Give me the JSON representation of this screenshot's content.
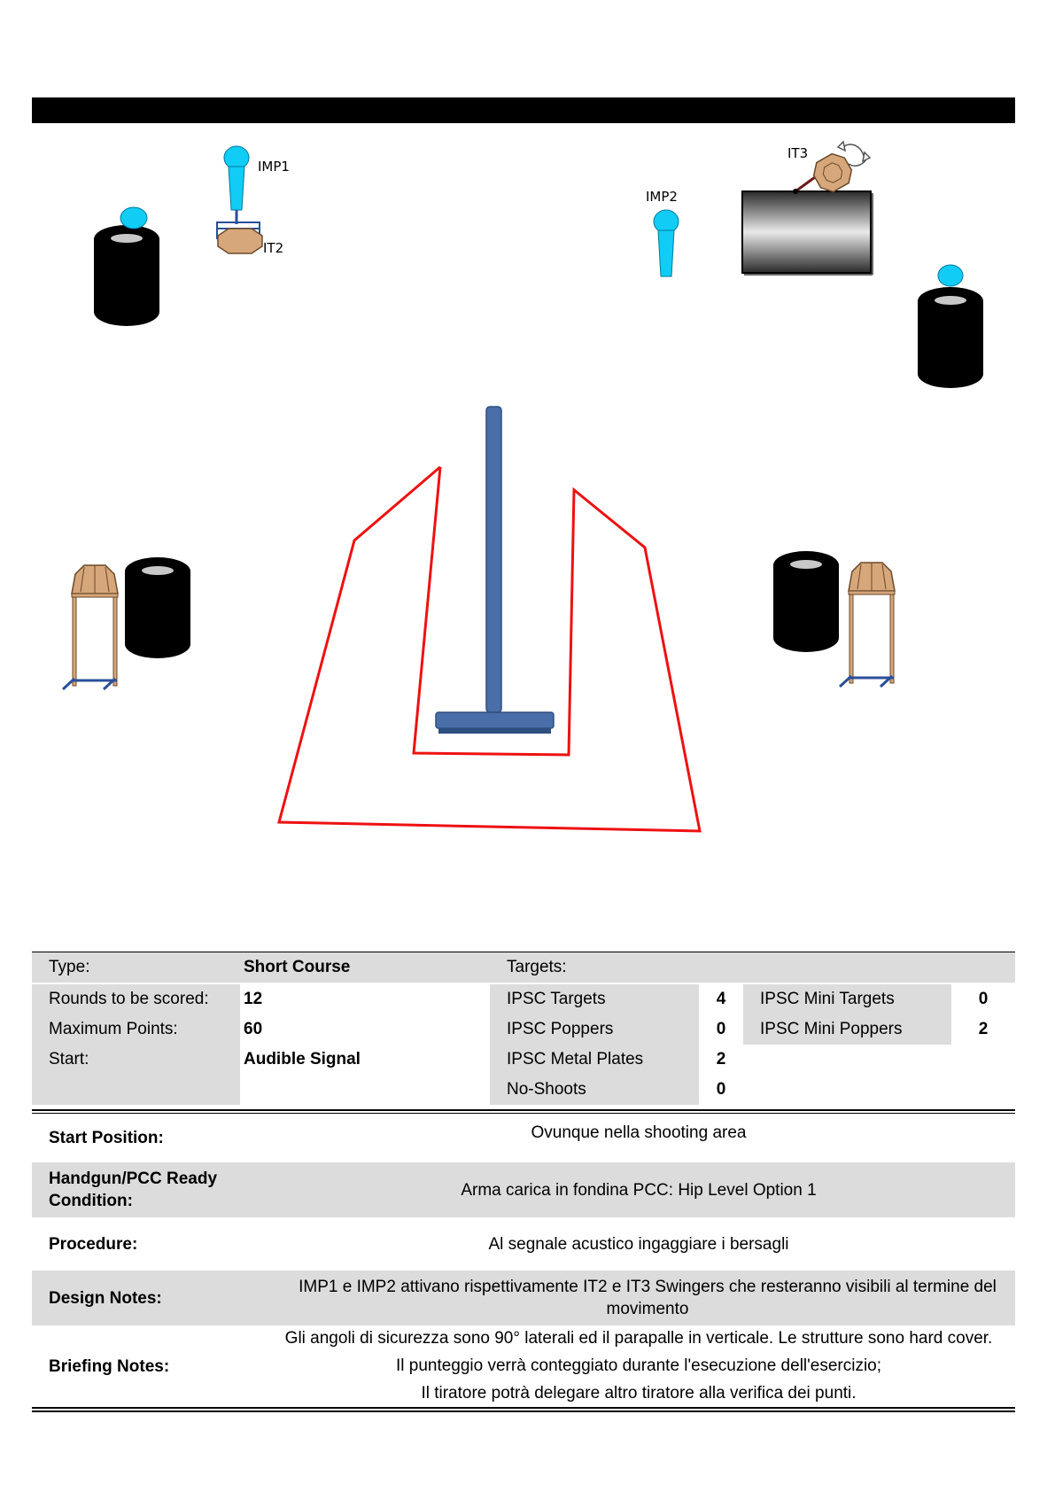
{
  "diagram": {
    "labels": {
      "imp1": "IMP1",
      "imp2": "IMP2",
      "it2": "IT2",
      "it3": "IT3"
    },
    "colors": {
      "fault_line": "#ee1111",
      "barricade": "#4a6fa8",
      "activator": "#11ccf5",
      "target": "#d6a77a",
      "tire": "#000000",
      "wall": "#3a3a3a",
      "stand": "#2a4f9a"
    }
  },
  "summary": {
    "type_label": "Type:",
    "type_value": "Short Course",
    "rounds_label": "Rounds to be scored:",
    "rounds_value": "12",
    "points_label": "Maximum Points:",
    "points_value": "60",
    "start_label": "Start:",
    "start_value": "Audible Signal",
    "targets_label": "Targets:",
    "ipsc_targets_label": "IPSC Targets",
    "ipsc_targets_value": "4",
    "ipsc_poppers_label": "IPSC Poppers",
    "ipsc_poppers_value": "0",
    "ipsc_metal_plates_label": "IPSC Metal Plates",
    "ipsc_metal_plates_value": "2",
    "no_shoots_label": "No-Shoots",
    "no_shoots_value": "0",
    "ipsc_mini_targets_label": "IPSC Mini Targets",
    "ipsc_mini_targets_value": "0",
    "ipsc_mini_poppers_label": "IPSC Mini Poppers",
    "ipsc_mini_poppers_value": "2"
  },
  "details": {
    "start_position_label": "Start Position:",
    "start_position_text": "Ovunque nella shooting area",
    "ready_condition_label": "Handgun/PCC Ready Condition:",
    "ready_condition_text": "Arma carica in fondina PCC: Hip Level Option 1",
    "procedure_label": "Procedure:",
    "procedure_text": "Al segnale acustico ingaggiare i bersagli",
    "design_notes_label": "Design Notes:",
    "design_notes_text": "IMP1 e IMP2 attivano rispettivamente IT2 e IT3 Swingers che resteranno visibili al termine del movimento",
    "briefing_notes_label": "Briefing Notes:",
    "briefing_notes_lines": [
      "Gli angoli di sicurezza sono 90° laterali ed il parapalle in verticale. Le strutture sono hard cover.",
      "Il punteggio verrà conteggiato durante l'esecuzione dell'esercizio;",
      "Il tiratore potrà delegare altro tiratore alla verifica dei punti."
    ]
  }
}
